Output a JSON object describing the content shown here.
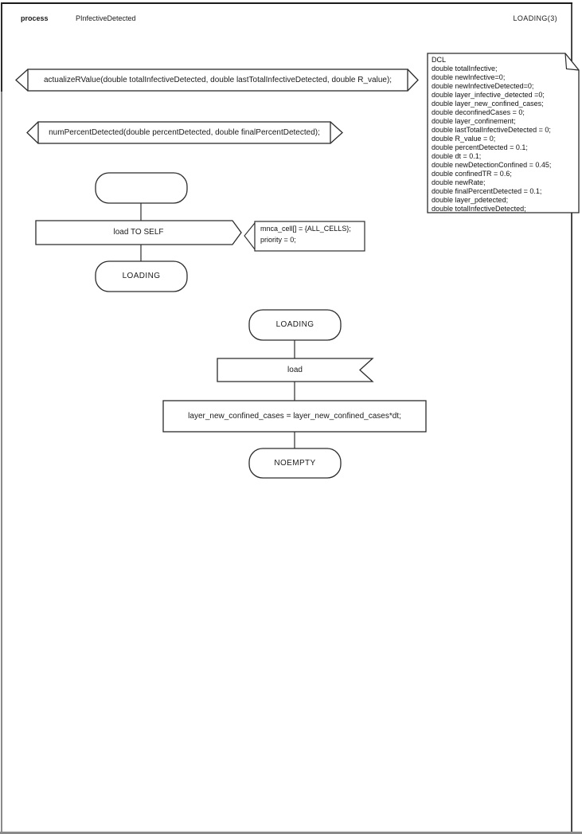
{
  "header": {
    "kind": "process",
    "name": "PInfectiveDetected",
    "page_ref": "LOADING(3)"
  },
  "procedure_declarations": [
    "actualizeRValue(double totalInfectiveDetected, double lastTotalInfectiveDetected, double R_value);",
    "numPercentDetected(double percentDetected, double finalPercentDetected);"
  ],
  "dcl": {
    "lines": [
      "DCL",
      "double totalInfective;",
      "double newInfective=0;",
      "double newInfectiveDetected=0;",
      "double layer_infective_detected =0;",
      "double layer_new_confined_cases;",
      "double deconfinedCases = 0;",
      "double layer_confinement;",
      "double lastTotalInfectiveDetected = 0;",
      "double R_value = 0;",
      "double percentDetected = 0.1;",
      "double dt = 0.1;",
      "double newDetectionConfined = 0.45;",
      "double confinedTR = 0.6;",
      "double newRate;",
      "double finalPercentDetected = 0.1;",
      "double layer_pdetected;",
      "double totalInfectiveDetected;"
    ]
  },
  "start_flow": {
    "start_state_label": "",
    "output_label": "load TO SELF",
    "comment_lines": [
      "mnca_cell[] = {ALL_CELLS};",
      "priority = 0;"
    ],
    "next_state": "LOADING"
  },
  "loading_flow": {
    "state": "LOADING",
    "input_signal": "load",
    "task": "layer_new_confined_cases = layer_new_confined_cases*dt;",
    "next_state": "NOEMPTY"
  },
  "colors": {
    "stroke": "#2b2b2b",
    "frame": "#1a1a1a",
    "viewport_edge": "#8a8a8a"
  }
}
